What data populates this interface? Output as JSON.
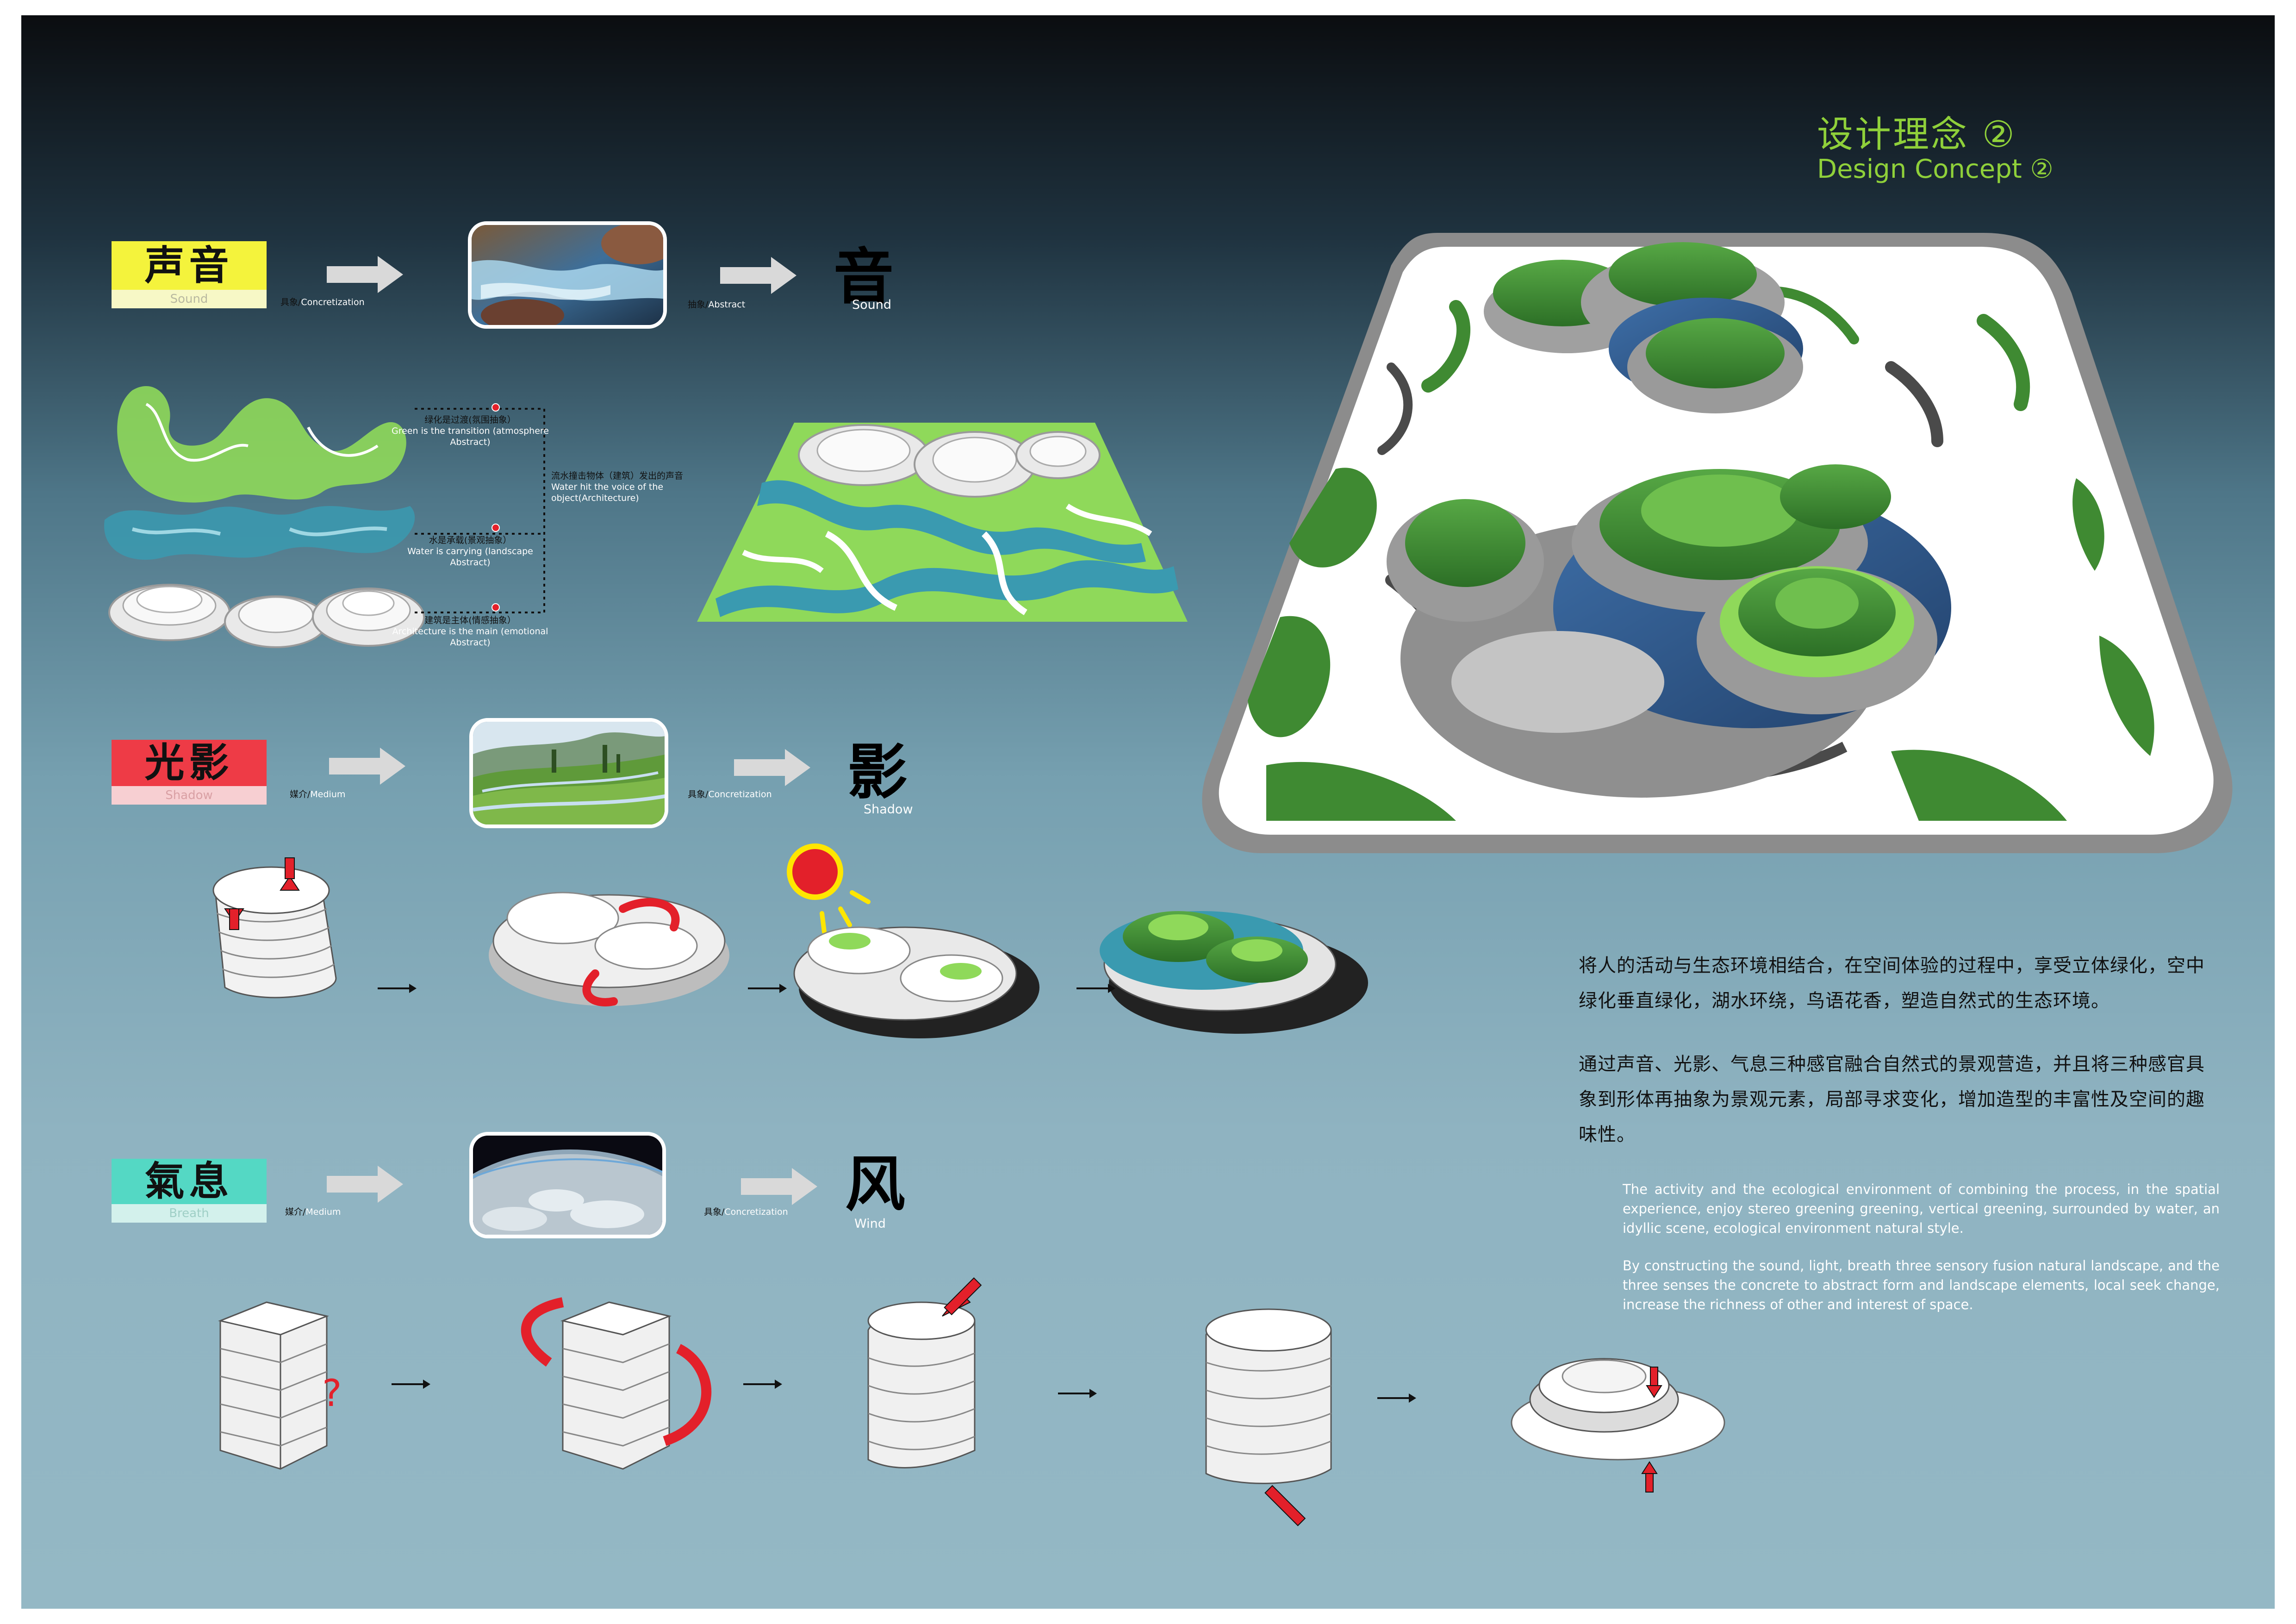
{
  "title": {
    "cn": "设计理念 ②",
    "en": "Design Concept ②"
  },
  "rows": {
    "sound": {
      "label_cn": "声音",
      "label_en": "Sound",
      "label_color": "#f4f33c",
      "arrow1_cn": "具象/",
      "arrow1_en": "Concretization",
      "arrow2_cn": "抽象/",
      "arrow2_en": "Abstract",
      "glyph": "音",
      "glyph_en": "Sound"
    },
    "shadow": {
      "label_cn": "光影",
      "label_en": "Shadow",
      "label_color": "#ee3b46",
      "arrow1_cn": "媒介/",
      "arrow1_en": "Medium",
      "arrow2_cn": "具象/",
      "arrow2_en": "Concretization",
      "glyph": "影",
      "glyph_en": "Shadow"
    },
    "breath": {
      "label_cn": "氣息",
      "label_en": "Breath",
      "label_color": "#54d8c4",
      "arrow1_cn": "媒介/",
      "arrow1_en": "Medium",
      "arrow2_cn": "具象/",
      "arrow2_en": "Concretization",
      "glyph": "风",
      "glyph_en": "Wind"
    }
  },
  "annotations": [
    {
      "cn": "绿化是过渡(氛围抽象）",
      "en": "Green is the transition (atmosphere Abstract)"
    },
    {
      "cn": "流水撞击物体（建筑）发出的声音",
      "en": "Water hit the voice of the object(Architecture)"
    },
    {
      "cn": "水是承载(景观抽象）",
      "en": "Water is carrying (landscape Abstract)"
    },
    {
      "cn": "建筑是主体(情感抽象）",
      "en": "Architecture is the main (emotional Abstract)"
    }
  ],
  "question_mark": "?",
  "description": {
    "cn_p1": "将人的活动与生态环境相结合，在空间体验的过程中，享受立体绿化，空中绿化垂直绿化，湖水环绕，鸟语花香，塑造自然式的生态环境。",
    "cn_p2": "通过声音、光影、气息三种感官融合自然式的景观营造，并且将三种感官具象到形体再抽象为景观元素，局部寻求变化，增加造型的丰富性及空间的趣味性。",
    "en_p1": "The activity and the ecological environment of combining the process, in the spatial experience, enjoy stereo greening greening, vertical greening, surrounded by water, an idyllic scene, ecological environment natural style.",
    "en_p2": "By constructing the sound, light, breath three sensory fusion natural landscape, and the three senses the concrete to abstract form and landscape elements, local seek change, increase the richness of other and interest of space."
  },
  "colors": {
    "accent_green": "#8fd03a",
    "arrow_red": "#e3202a",
    "model_green": "#3f8a32",
    "water_blue": "#2f6f8f"
  }
}
